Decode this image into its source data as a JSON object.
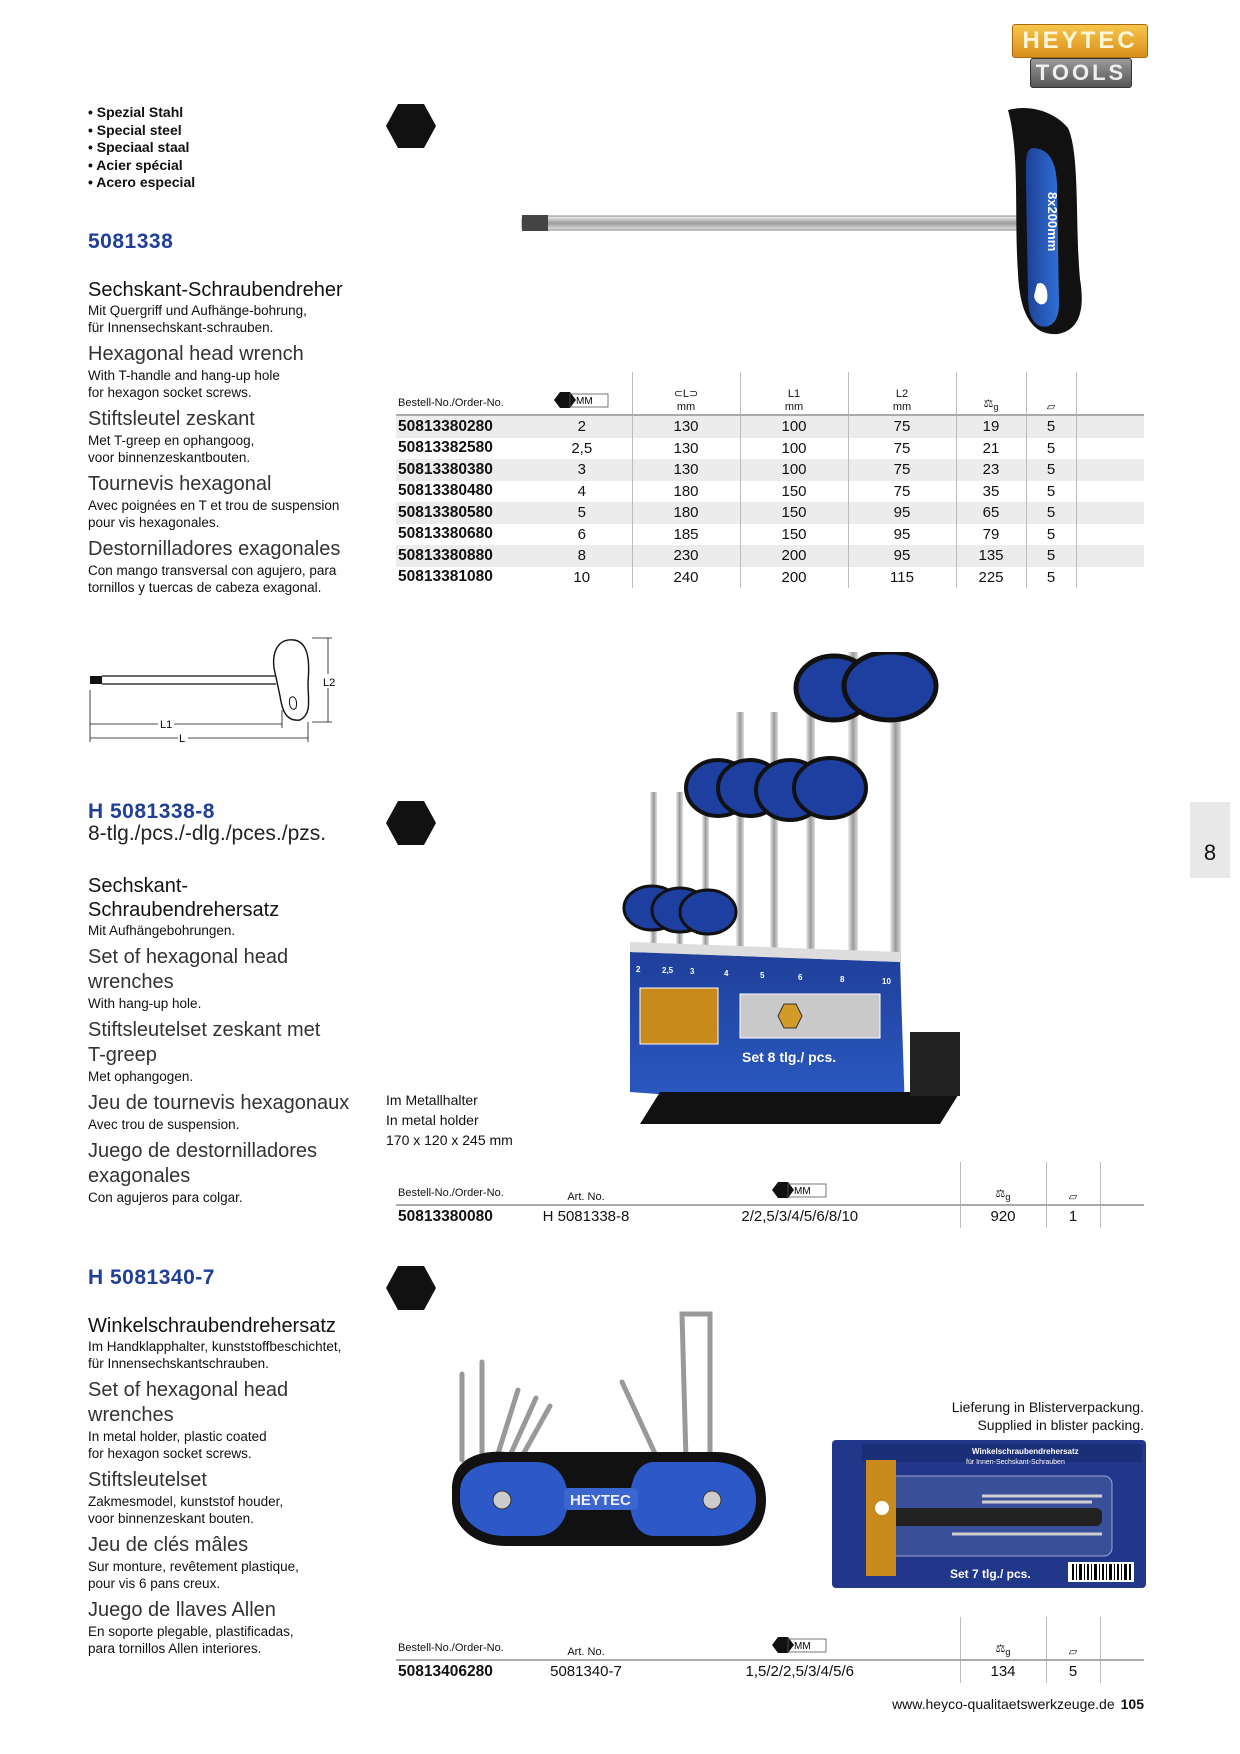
{
  "logo": {
    "top": "HEYTEC",
    "bottom": "TOOLS"
  },
  "materials": [
    "Spezial Stahl",
    "Special steel",
    "Speciaal staal",
    "Acier spécial",
    "Acero especial"
  ],
  "section1": {
    "product_number": "5081338",
    "langs": [
      {
        "title": "Sechskant-Schraubendreher",
        "desc": "Mit Quergriff und Aufhänge-bohrung,\nfür Innensechskant-schrauben."
      },
      {
        "title": "Hexagonal head wrench",
        "desc": "With T-handle and hang-up hole\nfor hexagon socket screws."
      },
      {
        "title": "Stiftsleutel zeskant",
        "desc": "Met T-greep en ophangoog,\nvoor binnenzeskantbouten."
      },
      {
        "title": "Tournevis hexagonal",
        "desc": "Avec poignées en T et trou de suspension\npour vis hexagonales."
      },
      {
        "title": "Destornilladores exagonales",
        "desc": "Con mango transversal con agujero, para\ntornillos y tuercas de cabeza exagonal."
      }
    ],
    "diagram_labels": {
      "l": "L",
      "l1": "L1",
      "l2": "L2"
    },
    "handle_label": "8x200mm",
    "table": {
      "headers": {
        "order": "Bestell-No./Order-No.",
        "mm": "MM",
        "l_unit": "mm",
        "l1": "L1",
        "l1_unit": "mm",
        "l2": "L2",
        "l2_unit": "mm",
        "weight_unit": "g"
      },
      "rows": [
        [
          "50813380280",
          "2",
          "130",
          "100",
          "75",
          "19",
          "5"
        ],
        [
          "50813382580",
          "2,5",
          "130",
          "100",
          "75",
          "21",
          "5"
        ],
        [
          "50813380380",
          "3",
          "130",
          "100",
          "75",
          "23",
          "5"
        ],
        [
          "50813380480",
          "4",
          "180",
          "150",
          "75",
          "35",
          "5"
        ],
        [
          "50813380580",
          "5",
          "180",
          "150",
          "95",
          "65",
          "5"
        ],
        [
          "50813380680",
          "6",
          "185",
          "150",
          "95",
          "79",
          "5"
        ],
        [
          "50813380880",
          "8",
          "230",
          "200",
          "95",
          "135",
          "5"
        ],
        [
          "50813381080",
          "10",
          "240",
          "200",
          "115",
          "225",
          "5"
        ]
      ]
    }
  },
  "section2": {
    "product_number": "H 5081338-8",
    "pieces": "8-tlg./pcs./-dlg./pces./pzs.",
    "langs": [
      {
        "title": "Sechskant-\nSchraubendrehersatz",
        "desc": "Mit Aufhängebohrungen."
      },
      {
        "title": "Set of hexagonal head\nwrenches",
        "desc": "With hang-up hole."
      },
      {
        "title": "Stiftsleutelset zeskant met\nT-greep",
        "desc": "Met ophangogen."
      },
      {
        "title": "Jeu de tournevis hexagonaux",
        "desc": "Avec trou de suspension."
      },
      {
        "title": "Juego de destornilladores\nexagonales",
        "desc": "Con agujeros para colgar."
      }
    ],
    "holder_note": [
      "Im Metallhalter",
      "In metal holder",
      "170 x 120 x 245 mm"
    ],
    "holder_label": "Set 8 tlg./ pcs.",
    "holder_sizes": [
      "2",
      "2,5",
      "3",
      "4",
      "5",
      "6",
      "8",
      "10"
    ],
    "table": {
      "headers": {
        "order": "Bestell-No./Order-No.",
        "art": "Art. No.",
        "mm": "MM",
        "weight_unit": "g"
      },
      "row": [
        "50813380080",
        "H 5081338-8",
        "2/2,5/3/4/5/6/8/10",
        "920",
        "1"
      ]
    }
  },
  "section3": {
    "product_number": "H 5081340-7",
    "langs": [
      {
        "title": "Winkelschraubendrehersatz",
        "desc": "Im Handklapphalter, kunststoffbeschichtet,\nfür Innensechskantschrauben."
      },
      {
        "title": "Set of hexagonal head\nwrenches",
        "desc": "In metal holder, plastic coated\nfor hexagon socket screws."
      },
      {
        "title": "Stiftsleutelset",
        "desc": "Zakmesmodel, kunststof houder,\nvoor binnenzeskant bouten."
      },
      {
        "title": "Jeu de clés mâles",
        "desc": "Sur monture, revêtement plastique,\npour vis 6 pans creux."
      },
      {
        "title": "Juego de llaves Allen",
        "desc": "En soporte plegable, plastificadas,\npara tornillos Allen interiores."
      }
    ],
    "blister_note": [
      "Lieferung in Blisterverpackung.",
      "Supplied in blister packing."
    ],
    "blister_title": [
      "Winkelschraubendrehersatz",
      "für Innen-Sechskant-Schrauben"
    ],
    "blister_set": "Set 7 tlg./ pcs.",
    "tool_brand": "HEYTEC",
    "table": {
      "headers": {
        "order": "Bestell-No./Order-No.",
        "art": "Art. No.",
        "mm": "MM",
        "weight_unit": "g"
      },
      "row": [
        "50813406280",
        "5081340-7",
        "1,5/2/2,5/3/4/5/6",
        "134",
        "5"
      ]
    }
  },
  "chapter": "8",
  "footer": {
    "url": "www.heyco-qualitaetswerkzeuge.de",
    "page": "105"
  }
}
